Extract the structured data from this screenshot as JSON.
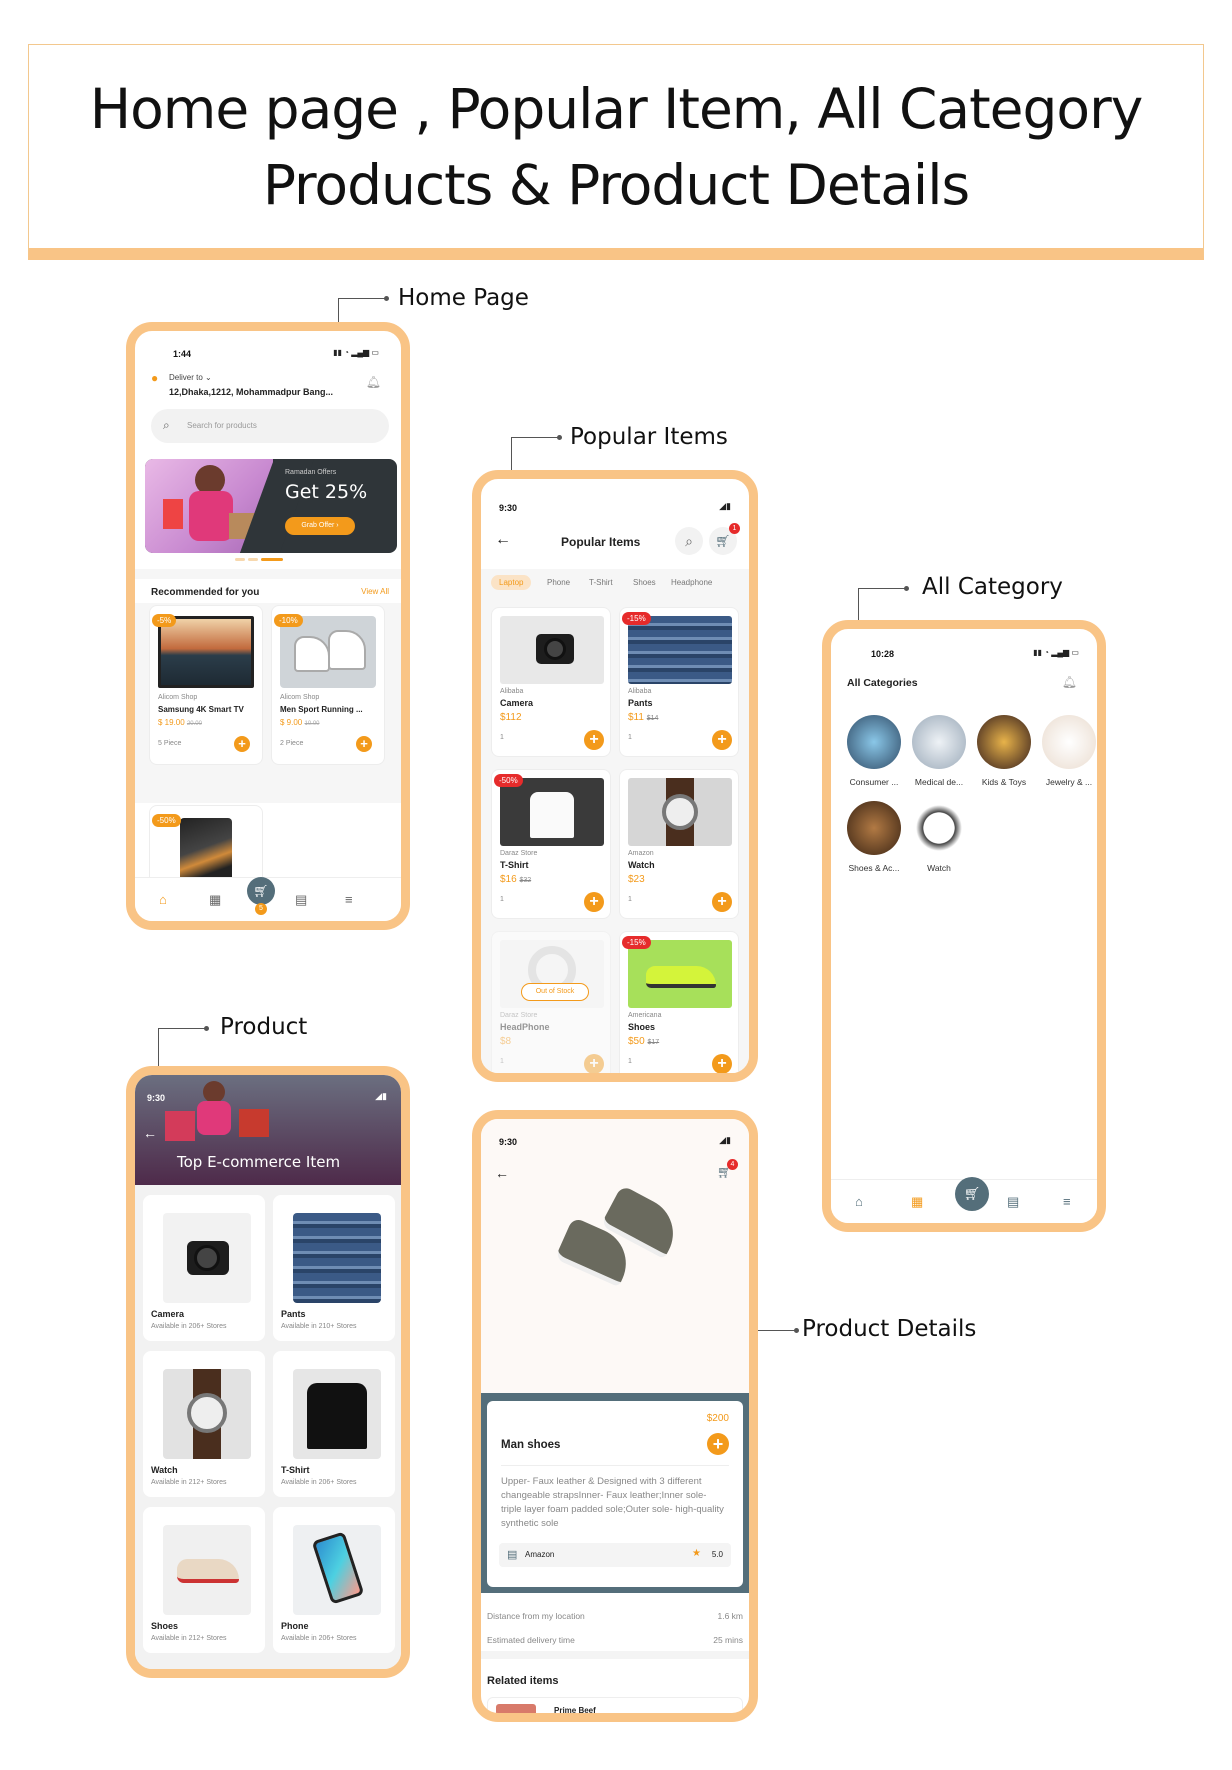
{
  "header": {
    "line1": "Home page , Popular Item, All Category",
    "line2": "Products & Product Details"
  },
  "callouts": {
    "home": "Home Page",
    "popular": "Popular Items",
    "category": "All Category",
    "product": "Product",
    "details": "Product Details"
  },
  "home": {
    "status_time": "1:44",
    "deliver_to": "Deliver to",
    "address": "12,Dhaka,1212, Mohammadpur Bang...",
    "search_placeholder": "Search for products",
    "promo": {
      "subtitle": "Ramadan Offers",
      "title": "Get 25%",
      "button": "Grab Offer"
    },
    "recommended_title": "Recommended for you",
    "view_all": "View All",
    "products": [
      {
        "discount": "-5%",
        "shop": "Alicom Shop",
        "name": "Samsung 4K Smart TV",
        "price": "$ 19.00",
        "old_price": "20.00",
        "qty": "5 Piece"
      },
      {
        "discount": "-10%",
        "shop": "Alicom Shop",
        "name": "Men Sport Running ...",
        "price": "$ 9.00",
        "old_price": "10.00",
        "qty": "2 Piece"
      },
      {
        "discount": "-50%"
      }
    ],
    "cart_count": "5"
  },
  "popular": {
    "status_time": "9:30",
    "title": "Popular Items",
    "cart_count": "1",
    "tabs": [
      "Laptop",
      "Phone",
      "T-Shirt",
      "Shoes",
      "Headphone"
    ],
    "items": [
      {
        "discount": "",
        "store": "Alibaba",
        "name": "Camera",
        "price": "$112",
        "old": "",
        "qty": "1"
      },
      {
        "discount": "-15%",
        "store": "Alibaba",
        "name": "Pants",
        "price": "$11",
        "old": "$14",
        "qty": "1"
      },
      {
        "discount": "-50%",
        "store": "Daraz Store",
        "name": "T-Shirt",
        "price": "$16",
        "old": "$32",
        "qty": "1"
      },
      {
        "discount": "",
        "store": "Amazon",
        "name": "Watch",
        "price": "$23",
        "old": "",
        "qty": "1"
      },
      {
        "discount": "",
        "store": "Daraz Store",
        "name": "HeadPhone",
        "price": "$8",
        "old": "",
        "qty": "1",
        "stock": "Out of Stock"
      },
      {
        "discount": "-15%",
        "store": "Americana",
        "name": "Shoes",
        "price": "$50",
        "old": "$17",
        "qty": "1"
      }
    ]
  },
  "category": {
    "status_time": "10:28",
    "title": "All Categories",
    "items": [
      "Consumer ...",
      "Medical de...",
      "Kids & Toys",
      "Jewelry & ...",
      "Shoes & Ac...",
      "Watch"
    ]
  },
  "product": {
    "status_time": "9:30",
    "hero_title": "Top E-commerce Item",
    "items": [
      {
        "name": "Camera",
        "stores": "Available in 206+ Stores"
      },
      {
        "name": "Pants",
        "stores": "Available in 210+ Stores"
      },
      {
        "name": "Watch",
        "stores": "Available in 212+ Stores"
      },
      {
        "name": "T-Shirt",
        "stores": "Available in 206+ Stores"
      },
      {
        "name": "Shoes",
        "stores": "Available in 212+ Stores"
      },
      {
        "name": "Phone",
        "stores": "Available in 206+ Stores"
      }
    ]
  },
  "details": {
    "status_time": "9:30",
    "cart_count": "4",
    "price": "$200",
    "name": "Man shoes",
    "description": "Upper- Faux leather & Designed with 3 different changeable strapsInner- Faux leather;Inner sole- triple layer foam padded sole;Outer sole- high-quality synthetic sole",
    "store": "Amazon",
    "rating": "5.0",
    "distance_label": "Distance from my location",
    "distance_value": "1.6 km",
    "delivery_label": "Estimated delivery time",
    "delivery_value": "25 mins",
    "related_title": "Related items",
    "related_first": "Prime Beef"
  },
  "colors": {
    "accent": "#f39a1b",
    "frame": "#f9c486",
    "dark": "#546e7a"
  }
}
